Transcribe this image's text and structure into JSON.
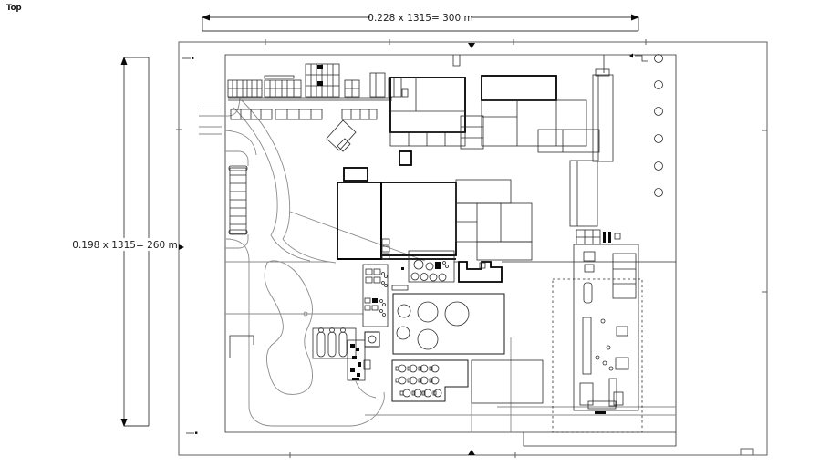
{
  "view_label": "Top",
  "dimensions": {
    "horizontal": {
      "label": "0.228 x 1315= 300 m"
    },
    "vertical": {
      "label": "0.198 x 1315= 260 m"
    }
  },
  "colors": {
    "background": "#ffffff",
    "plan_line": "#1a1a1a",
    "bold_building": "#000000",
    "road": "#8a8a8a",
    "sheet_frame": "#5f5f5f",
    "dimension": "#3a3a3a"
  }
}
